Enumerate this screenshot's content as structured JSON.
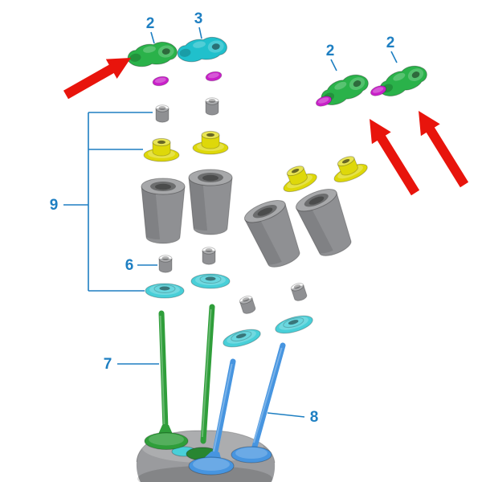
{
  "diagram": {
    "type": "exploded-parts-diagram",
    "subject": "engine valve train components (rocker arms, seals, retainers, tappet buckets, spring seats, valves, cylinder head)",
    "callouts": {
      "label_2_left": "2",
      "label_3": "3",
      "label_2_mid": "2",
      "label_2_right": "2",
      "label_9": "9",
      "label_6": "6",
      "label_7": "7",
      "label_8": "8"
    },
    "arrows": {
      "count": 3,
      "meaning": "red arrows highlighting the green rocker arms"
    },
    "parts": {
      "rocker_arm_green_count": 3,
      "rocker_arm_cyan_count": 1,
      "seal_magenta_count": 4,
      "keeper_gray_count": 6,
      "spring_retainer_yellow_count": 4,
      "tappet_bucket_gray_count": 4,
      "spring_seat_cyan_count": 4,
      "valve_green_count": 2,
      "valve_blue_count": 2,
      "cylinder_head_base_count": 1
    },
    "colors": {
      "callout_text": "#1e7fc2",
      "leader_line": "#1e7fc2",
      "arrow": "#e8140c",
      "rocker_green": "#2ab24a",
      "rocker_cyan": "#20c0cc",
      "seal_magenta": "#c920c9",
      "spring_seat_yellow": "#ded80a",
      "bucket_gray": "#8f9093",
      "seat_cyan": "#49cfd8",
      "valve_green": "#2f9e3a",
      "valve_blue": "#4795e0",
      "base_gray": "#9a9b9e",
      "background": "#ffffff"
    }
  }
}
